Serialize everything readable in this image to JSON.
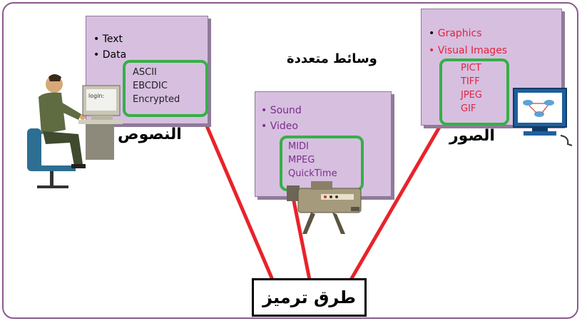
{
  "title_multimedia": "وسائط متعددة",
  "text_box": {
    "label": "النصوص",
    "bullets": [
      "Text",
      "Data"
    ],
    "encodings": [
      "ASCII",
      "EBCDIC",
      "Encrypted"
    ],
    "login_text": "login:"
  },
  "video_box": {
    "bullets": [
      "Sound",
      "Video"
    ],
    "encodings": [
      "MIDI",
      "MPEG",
      "QuickTime"
    ]
  },
  "image_box": {
    "label": "الصور",
    "bullets": [
      "Graphics",
      "Visual Images"
    ],
    "encodings": [
      "PICT",
      "TIFF",
      "JPEG",
      "GIF"
    ]
  },
  "bottom_label": "طرق ترميز",
  "colors": {
    "box_fill": "#d7bfe0",
    "green_outline": "#36b046",
    "red_line": "#e8232b",
    "text_purple": "#7a2e8a",
    "text_red": "#e0233f",
    "frame": "#8a5a8e"
  }
}
